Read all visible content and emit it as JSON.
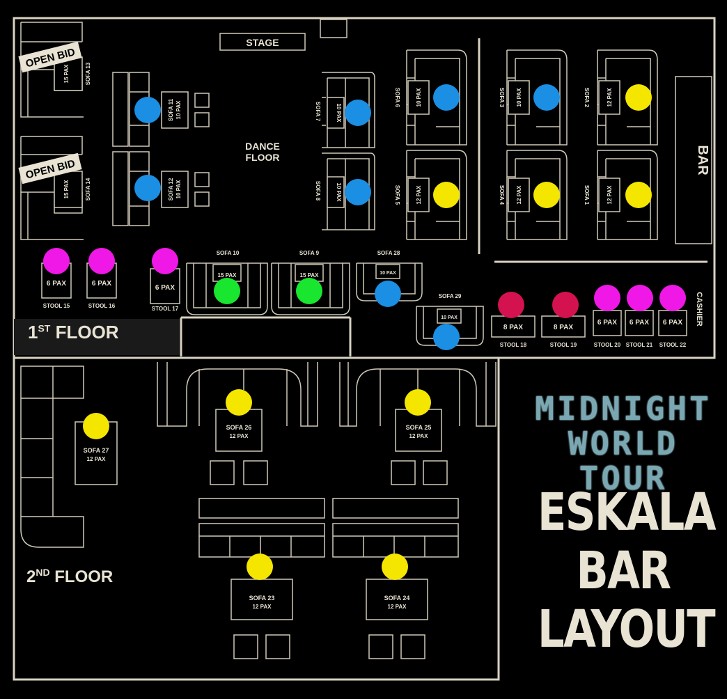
{
  "labels": {
    "stage": "STAGE",
    "dance_floor_1": "DANCE",
    "dance_floor_2": "FLOOR",
    "bar": "BAR",
    "cashier": "CASHIER",
    "open_bid": "OPEN BID",
    "first_floor_num": "1",
    "first_floor_sup": "ST",
    "first_floor_word": "FLOOR",
    "second_floor_num": "2",
    "second_floor_sup": "ND",
    "second_floor_word": "FLOOR"
  },
  "title": {
    "tour_line1": "MIDNIGHT",
    "tour_line2": "WORLD TOUR",
    "main_line1": "ESKALA",
    "main_line2": "BAR",
    "main_line3": "LAYOUT"
  },
  "colors": {
    "blue": "#1a8fe3",
    "yellow": "#f5e600",
    "green": "#19e62e",
    "magenta": "#ef18e6",
    "crimson": "#d4124f"
  },
  "sofas_first_floor": [
    {
      "name": "SOFA 13",
      "pax": "15 PAX",
      "open_bid": true
    },
    {
      "name": "SOFA 14",
      "pax": "15 PAX",
      "open_bid": true
    },
    {
      "name": "SOFA 11",
      "pax": "10 PAX",
      "marker": "blue"
    },
    {
      "name": "SOFA 12",
      "pax": "10 PAX",
      "marker": "blue"
    },
    {
      "name": "SOFA 7",
      "pax": "10 PAX",
      "marker": "blue"
    },
    {
      "name": "SOFA 8",
      "pax": "10 PAX",
      "marker": "blue"
    },
    {
      "name": "SOFA 6",
      "pax": "10 PAX",
      "marker": "blue"
    },
    {
      "name": "SOFA 5",
      "pax": "12 PAX",
      "marker": "yellow"
    },
    {
      "name": "SOFA 3",
      "pax": "10 PAX",
      "marker": "blue"
    },
    {
      "name": "SOFA 4",
      "pax": "12 PAX",
      "marker": "yellow"
    },
    {
      "name": "SOFA 2",
      "pax": "12 PAX",
      "marker": "yellow"
    },
    {
      "name": "SOFA 1",
      "pax": "12 PAX",
      "marker": "yellow"
    },
    {
      "name": "SOFA 10",
      "pax": "15 PAX",
      "marker": "green"
    },
    {
      "name": "SOFA 9",
      "pax": "15 PAX",
      "marker": "green"
    },
    {
      "name": "SOFA 28",
      "pax": "10 PAX",
      "marker": "blue"
    },
    {
      "name": "SOFA 29",
      "pax": "10 PAX",
      "marker": "blue"
    }
  ],
  "stools": [
    {
      "name": "STOOL 15",
      "pax": "6 PAX",
      "marker": "magenta"
    },
    {
      "name": "STOOL 16",
      "pax": "6 PAX",
      "marker": "magenta"
    },
    {
      "name": "STOOL 17",
      "pax": "6 PAX",
      "marker": "magenta"
    },
    {
      "name": "STOOL 18",
      "pax": "8 PAX",
      "marker": "crimson"
    },
    {
      "name": "STOOL 19",
      "pax": "8 PAX",
      "marker": "crimson"
    },
    {
      "name": "STOOL 20",
      "pax": "6 PAX",
      "marker": "magenta"
    },
    {
      "name": "STOOL 21",
      "pax": "6 PAX",
      "marker": "magenta"
    },
    {
      "name": "STOOL 22",
      "pax": "6 PAX",
      "marker": "magenta"
    }
  ],
  "sofas_second_floor": [
    {
      "name": "SOFA 27",
      "pax": "12 PAX",
      "marker": "yellow"
    },
    {
      "name": "SOFA 26",
      "pax": "12 PAX",
      "marker": "yellow"
    },
    {
      "name": "SOFA 25",
      "pax": "12 PAX",
      "marker": "yellow"
    },
    {
      "name": "SOFA 23",
      "pax": "12 PAX",
      "marker": "yellow"
    },
    {
      "name": "SOFA 24",
      "pax": "12 PAX",
      "marker": "yellow"
    }
  ]
}
